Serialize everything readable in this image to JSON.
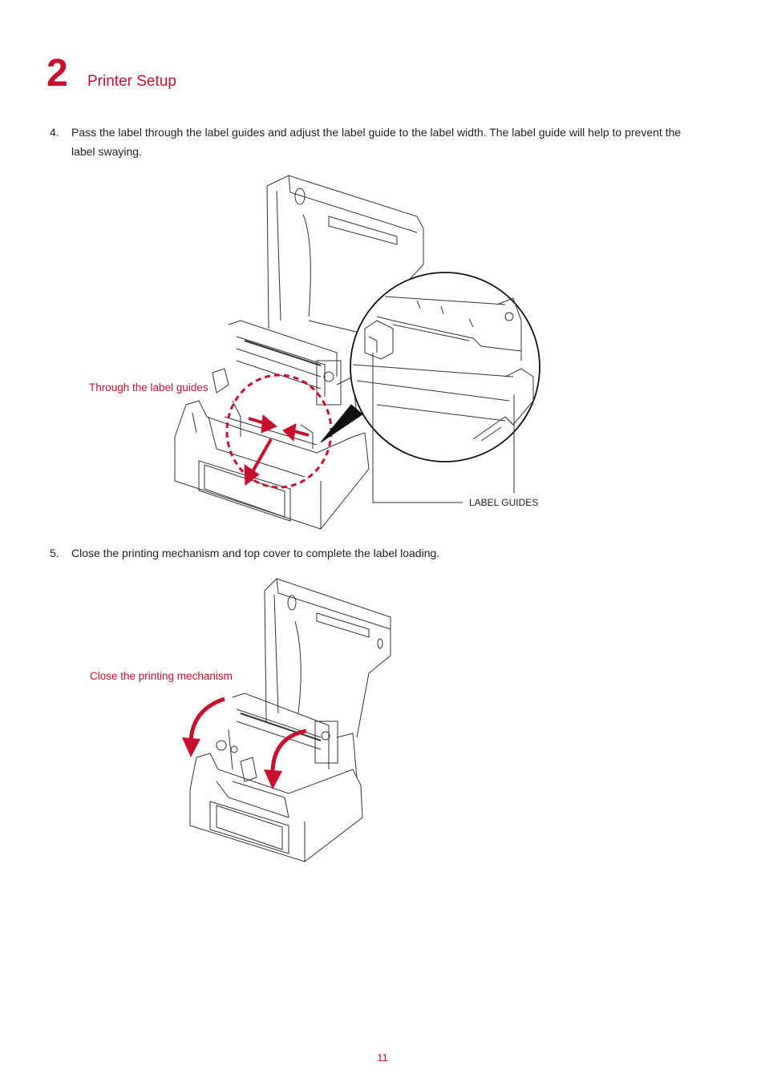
{
  "header": {
    "chapter_number": "2",
    "chapter_title": "Printer Setup"
  },
  "steps": [
    {
      "number": "4.",
      "text": "Pass the label through the label guides and adjust the label guide to the label width. The label guide will help to prevent the label swaying."
    },
    {
      "number": "5.",
      "text": "Close the printing mechanism and top cover to complete the label loading."
    }
  ],
  "figure1": {
    "callout": "Through the label guides",
    "label": "LABEL GUIDES"
  },
  "figure2": {
    "callout": "Close the printing mechanism"
  },
  "footer": {
    "page_number": "11"
  },
  "colors": {
    "accent": "#c8102e",
    "line": "#333333"
  }
}
